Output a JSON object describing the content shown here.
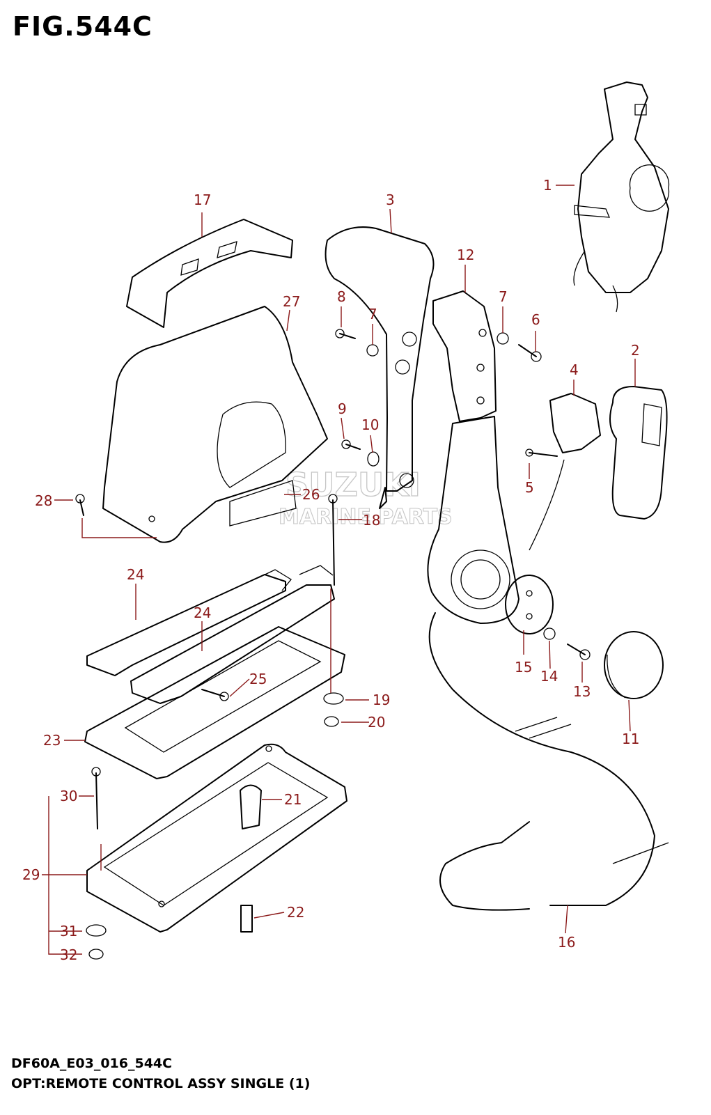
{
  "figure": {
    "title": "FIG.544C",
    "code": "DF60A_E03_016_544C",
    "caption": "OPT:REMOTE CONTROL ASSY SINGLE (1)"
  },
  "watermark": {
    "brand": "SUZUKI",
    "subtitle": "MARINE PARTS"
  },
  "callouts": {
    "c1": "1",
    "c2": "2",
    "c3": "3",
    "c4": "4",
    "c5": "5",
    "c6": "6",
    "c7a": "7",
    "c7b": "7",
    "c8": "8",
    "c9": "9",
    "c10": "10",
    "c11": "11",
    "c12": "12",
    "c13": "13",
    "c14": "14",
    "c15": "15",
    "c16": "16",
    "c17": "17",
    "c18": "18",
    "c19": "19",
    "c20": "20",
    "c21": "21",
    "c22": "22",
    "c23": "23",
    "c24a": "24",
    "c24b": "24",
    "c25": "25",
    "c26": "26",
    "c27": "27",
    "c28": "28",
    "c29": "29",
    "c30": "30",
    "c31": "31",
    "c32": "32"
  }
}
